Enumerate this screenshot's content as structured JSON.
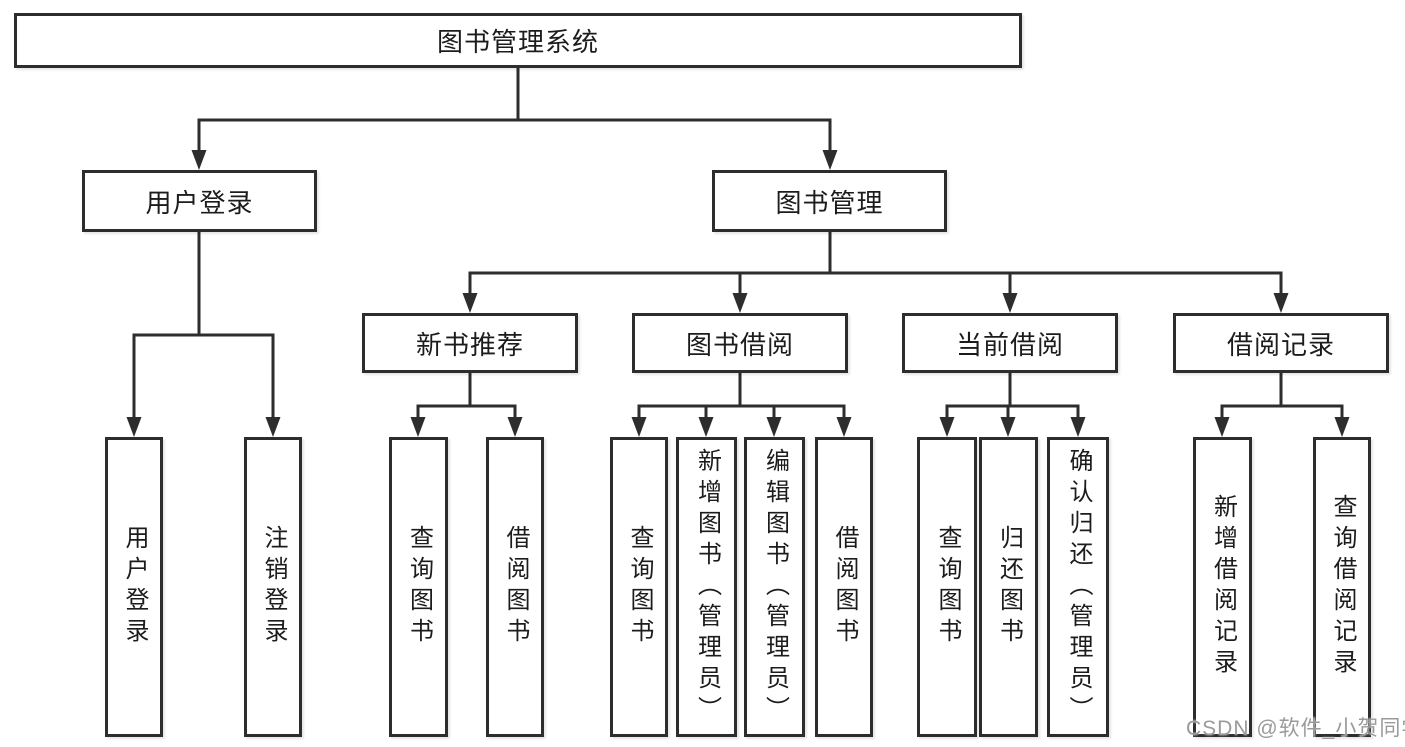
{
  "root": {
    "label": "图书管理系统"
  },
  "level2": [
    {
      "label": "用户登录"
    },
    {
      "label": "图书管理"
    }
  ],
  "level3": [
    {
      "label": "新书推荐"
    },
    {
      "label": "图书借阅"
    },
    {
      "label": "当前借阅"
    },
    {
      "label": "借阅记录"
    }
  ],
  "leaves": [
    {
      "label": "用户登录"
    },
    {
      "label": "注销登录"
    },
    {
      "label": "查询图书"
    },
    {
      "label": "借阅图书"
    },
    {
      "label": "查询图书"
    },
    {
      "label": "新增图书（管理员）"
    },
    {
      "label": "编辑图书（管理员）"
    },
    {
      "label": "借阅图书"
    },
    {
      "label": "查询图书"
    },
    {
      "label": "归还图书"
    },
    {
      "label": "确认归还（管理员）"
    },
    {
      "label": "新增借阅记录"
    },
    {
      "label": "查询借阅记录"
    }
  ],
  "watermark": {
    "text": "CSDN @软件_小贺同学",
    "color": "#9a9a9a"
  },
  "colors": {
    "line": "#2d2d2d",
    "box_border": "#2d2d2d",
    "box_fill": "#ffffff",
    "text": "#1c1c1c"
  }
}
